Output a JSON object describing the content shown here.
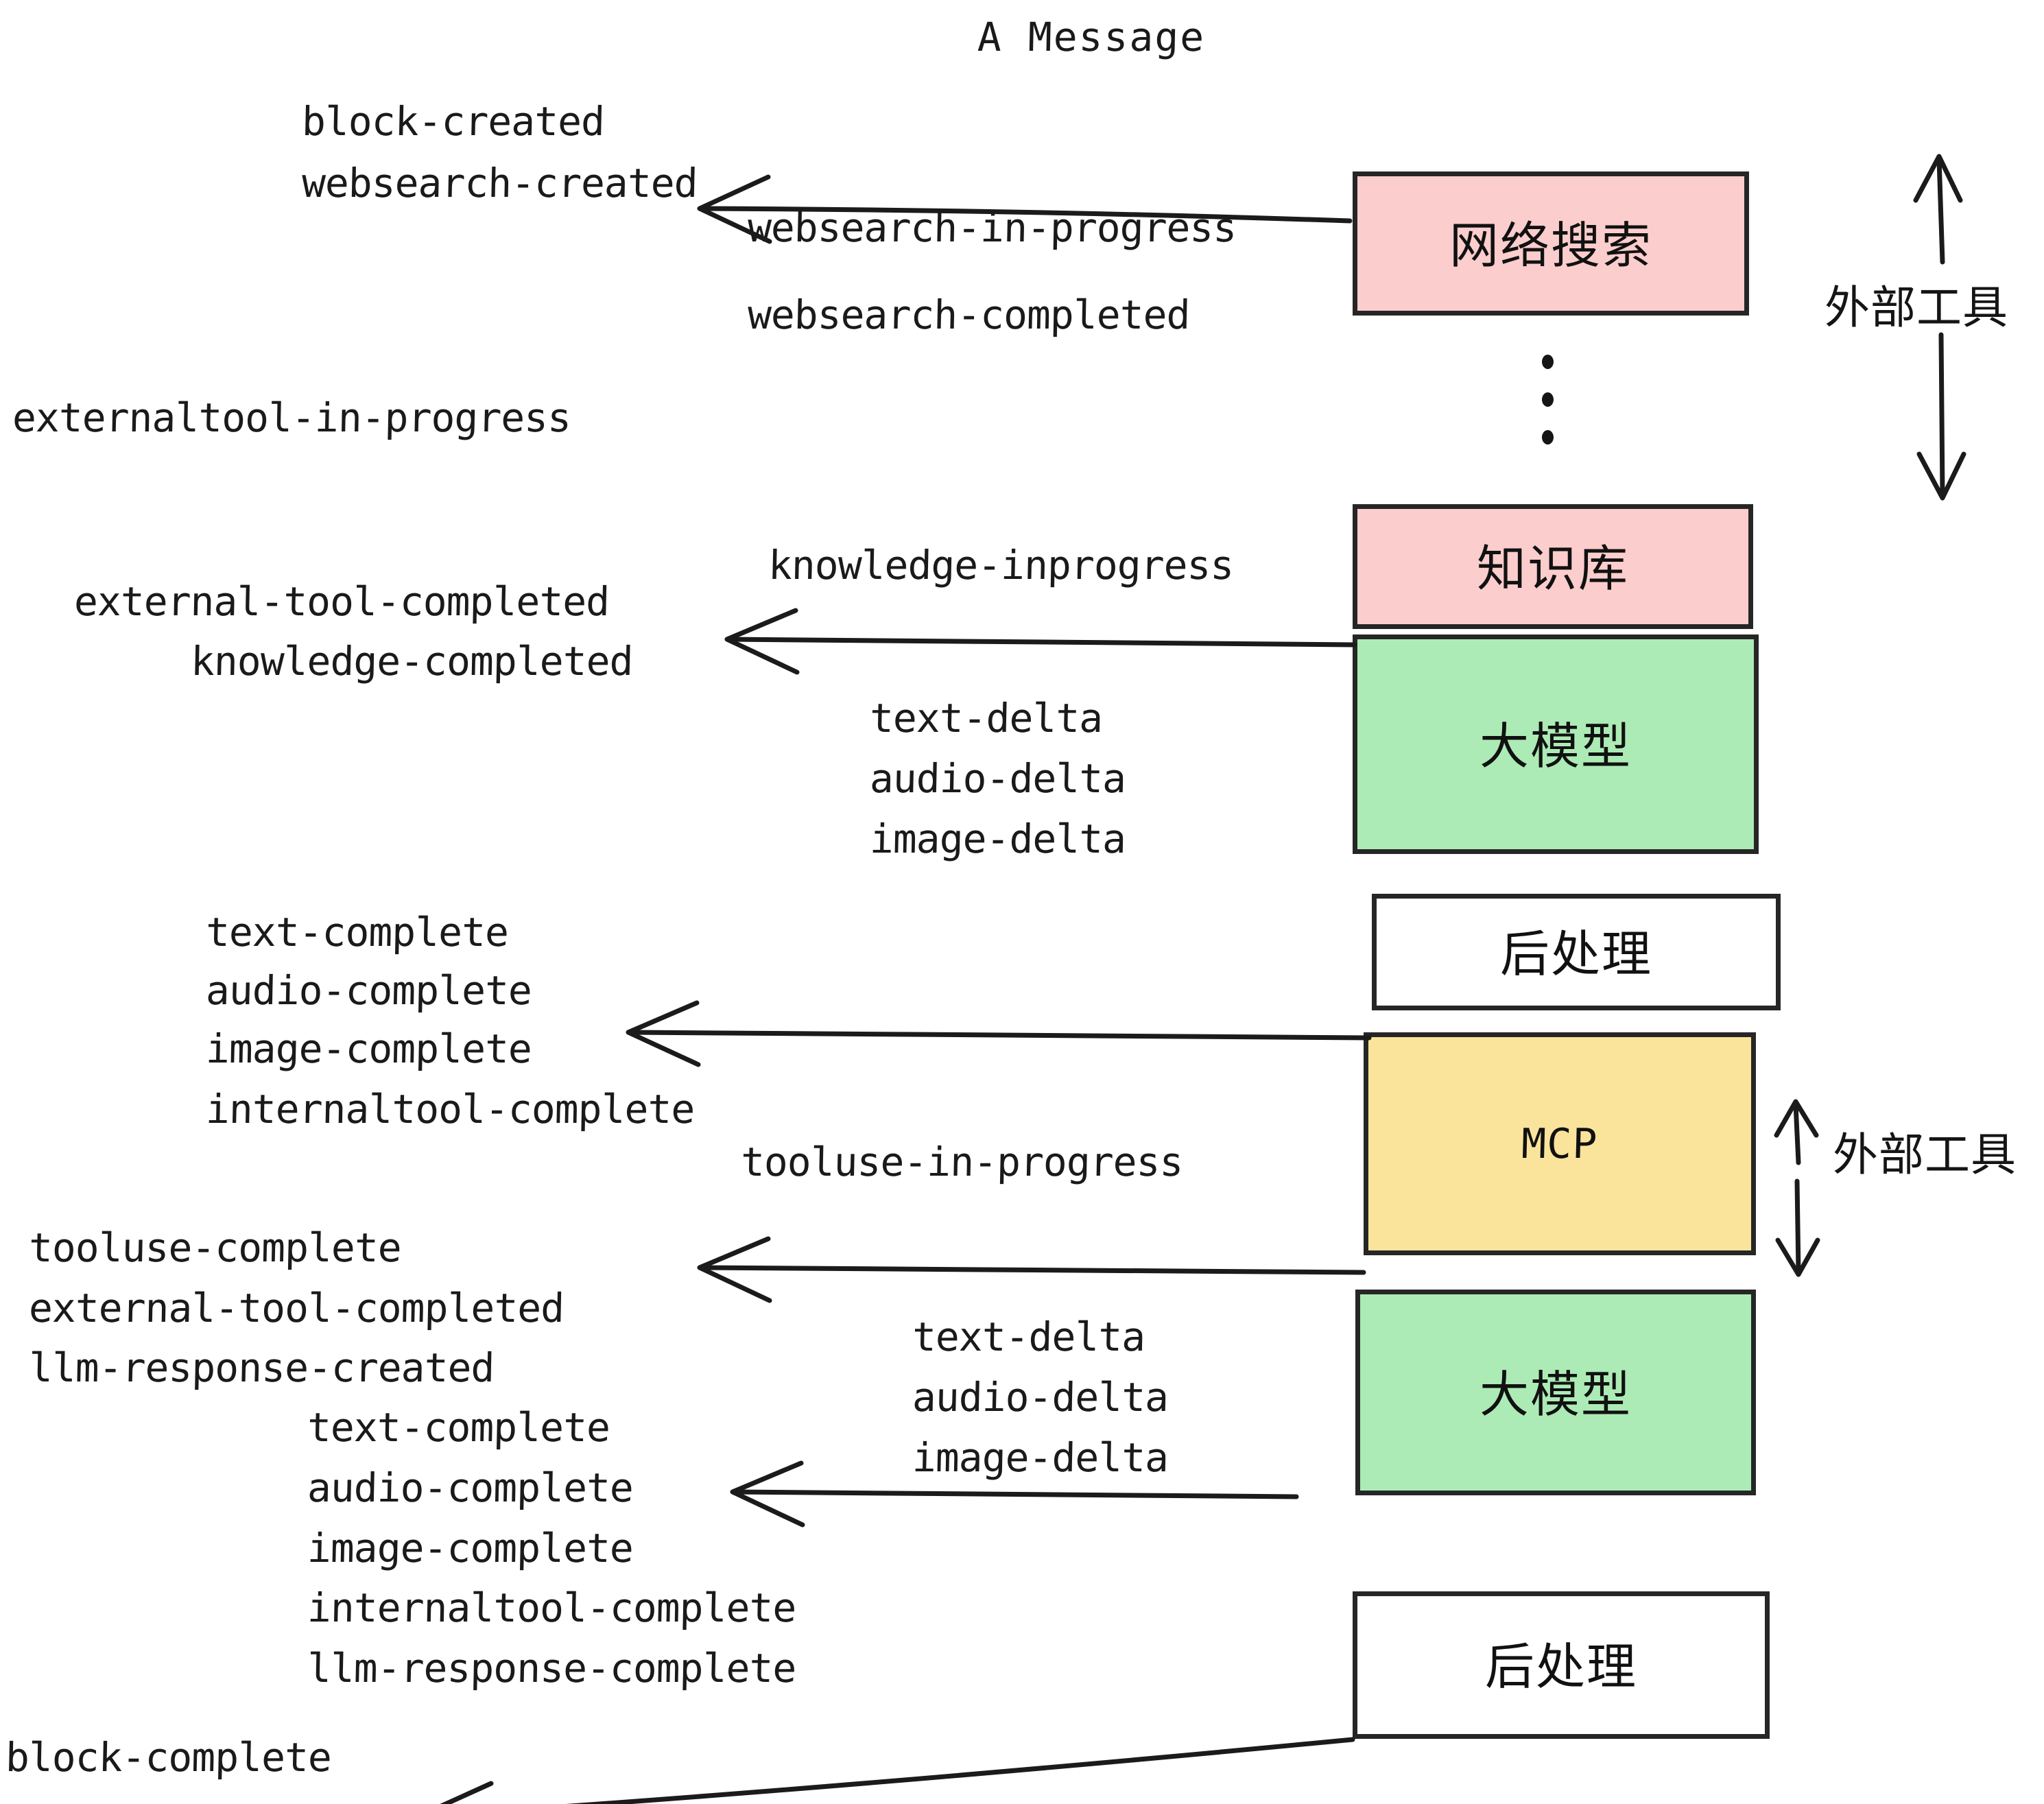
{
  "title": "A Message",
  "colors": {
    "websearch_box": "#FBCDCD",
    "knowledge_box": "#FBCDCD",
    "llm_box": "#ACEBB5",
    "mcp_box": "#FAE49B",
    "postprocess_box": "#FFFFFF",
    "stroke": "#262626",
    "text": "#1a1a1a"
  },
  "nodes": [
    {
      "id": "websearch",
      "label": "网络搜索",
      "fill": "#FBCDCD"
    },
    {
      "id": "knowledge",
      "label": "知识库",
      "fill": "#FBCDCD"
    },
    {
      "id": "llm_1",
      "label": "大模型",
      "fill": "#ACEBB5"
    },
    {
      "id": "postprocess_1",
      "label": "后处理",
      "fill": "#FFFFFF"
    },
    {
      "id": "mcp",
      "label": "MCP",
      "fill": "#FAE49B"
    },
    {
      "id": "llm_2",
      "label": "大模型",
      "fill": "#ACEBB5"
    },
    {
      "id": "postprocess_2",
      "label": "后处理",
      "fill": "#FFFFFF"
    }
  ],
  "side_labels": [
    {
      "id": "external_tools_top",
      "text": "外部工具"
    },
    {
      "id": "external_tools_bottom",
      "text": "外部工具"
    }
  ],
  "events": [
    {
      "id": "e01",
      "text": "block-created"
    },
    {
      "id": "e02",
      "text": "websearch-created"
    },
    {
      "id": "e03",
      "text": "websearch-in-progress"
    },
    {
      "id": "e04",
      "text": "websearch-completed"
    },
    {
      "id": "e05",
      "text": "externaltool-in-progress"
    },
    {
      "id": "e06",
      "text": "knowledge-inprogress"
    },
    {
      "id": "e07",
      "text": "external-tool-completed"
    },
    {
      "id": "e08",
      "text": "knowledge-completed"
    },
    {
      "id": "e09",
      "text": "text-delta"
    },
    {
      "id": "e10",
      "text": "audio-delta"
    },
    {
      "id": "e11",
      "text": "image-delta"
    },
    {
      "id": "e12",
      "text": "text-complete"
    },
    {
      "id": "e13",
      "text": "audio-complete"
    },
    {
      "id": "e14",
      "text": "image-complete"
    },
    {
      "id": "e15",
      "text": "internaltool-complete"
    },
    {
      "id": "e16",
      "text": "tooluse-in-progress"
    },
    {
      "id": "e17",
      "text": "tooluse-complete"
    },
    {
      "id": "e18",
      "text": "external-tool-completed"
    },
    {
      "id": "e19",
      "text": "llm-response-created"
    },
    {
      "id": "e20",
      "text": "text-complete"
    },
    {
      "id": "e21",
      "text": "audio-complete"
    },
    {
      "id": "e22",
      "text": "image-complete"
    },
    {
      "id": "e23",
      "text": "internaltool-complete"
    },
    {
      "id": "e24",
      "text": "llm-response-complete"
    },
    {
      "id": "e25",
      "text": "text-delta"
    },
    {
      "id": "e26",
      "text": "audio-delta"
    },
    {
      "id": "e27",
      "text": "image-delta"
    },
    {
      "id": "e28",
      "text": "block-complete"
    }
  ]
}
